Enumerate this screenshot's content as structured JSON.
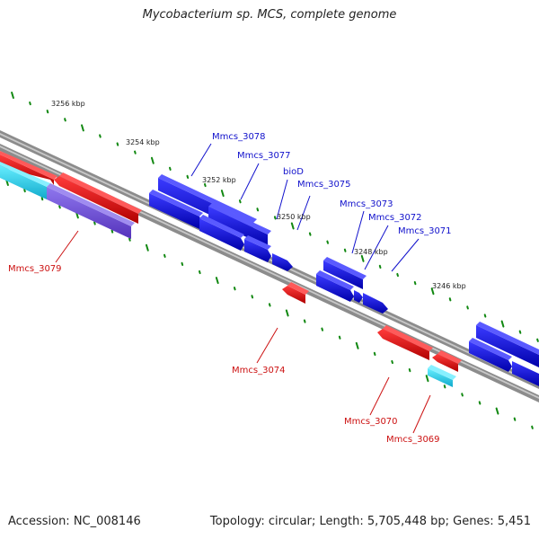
{
  "title": "Mycobacterium sp. MCS, complete genome",
  "footer": {
    "accession": "Accession: NC_008146",
    "summary": "Topology: circular; Length: 5,705,448 bp; Genes: 5,451"
  },
  "colors": {
    "backbone": "#8c8c8c",
    "forward_cds": "#0000ee",
    "reverse_cds": "#ee0000",
    "cyan_feature": "#22ccdd",
    "purple_feature": "#7755dd",
    "ticks": "#118811",
    "tick_label": "#222222",
    "forward_label": "#1111cc",
    "reverse_label": "#cc1111"
  },
  "ticks": [
    {
      "label": "3256 kbp"
    },
    {
      "label": "3254 kbp"
    },
    {
      "label": "3252 kbp"
    },
    {
      "label": "3250 kbp"
    },
    {
      "label": "3248 kbp"
    },
    {
      "label": "3246 kbp"
    }
  ],
  "features": [
    {
      "label": "Mmcs_3078",
      "strand": "forward"
    },
    {
      "label": "Mmcs_3077",
      "strand": "forward"
    },
    {
      "label": "bioD",
      "strand": "forward"
    },
    {
      "label": "Mmcs_3075",
      "strand": "forward"
    },
    {
      "label": "Mmcs_3073",
      "strand": "forward"
    },
    {
      "label": "Mmcs_3072",
      "strand": "forward"
    },
    {
      "label": "Mmcs_3071",
      "strand": "forward"
    },
    {
      "label": "Mmcs_3079",
      "strand": "reverse"
    },
    {
      "label": "Mmcs_3074",
      "strand": "reverse"
    },
    {
      "label": "Mmcs_3070",
      "strand": "reverse"
    },
    {
      "label": "Mmcs_3069",
      "strand": "reverse"
    }
  ]
}
